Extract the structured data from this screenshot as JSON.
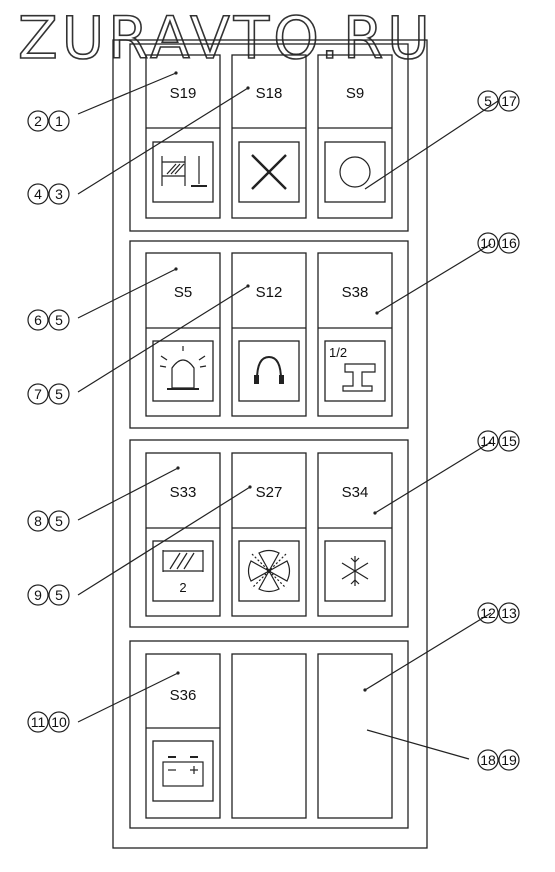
{
  "watermark": "ZURAVTO.RU",
  "switches": {
    "s19": "S19",
    "s18": "S18",
    "s9": "S9",
    "s5": "S5",
    "s12": "S12",
    "s38": "S38",
    "s33": "S33",
    "s27": "S27",
    "s34": "S34",
    "s36": "S36"
  },
  "icon_text": {
    "half": "1/2",
    "two": "2"
  },
  "icons": {
    "s19": "rack-and-mast-icon",
    "s18": "cross-icon",
    "s9": "circle-icon",
    "s5": "beacon-light-icon",
    "s12": "headphones-icon",
    "s38": "rail-half-icon",
    "s33": "heated-rear-window-icon",
    "s27": "fan-icon",
    "s34": "snowflake-icon",
    "s36": "battery-icon"
  },
  "callouts": {
    "c1": [
      "2",
      "1"
    ],
    "c2": [
      "4",
      "3"
    ],
    "c3": [
      "5",
      "17"
    ],
    "c4": [
      "6",
      "5"
    ],
    "c5": [
      "7",
      "5"
    ],
    "c6": [
      "10",
      "16"
    ],
    "c7": [
      "8",
      "5"
    ],
    "c8": [
      "9",
      "5"
    ],
    "c9": [
      "14",
      "15"
    ],
    "c10": [
      "11",
      "10"
    ],
    "c11": [
      "12",
      "13"
    ],
    "c12": [
      "18",
      "19"
    ]
  }
}
